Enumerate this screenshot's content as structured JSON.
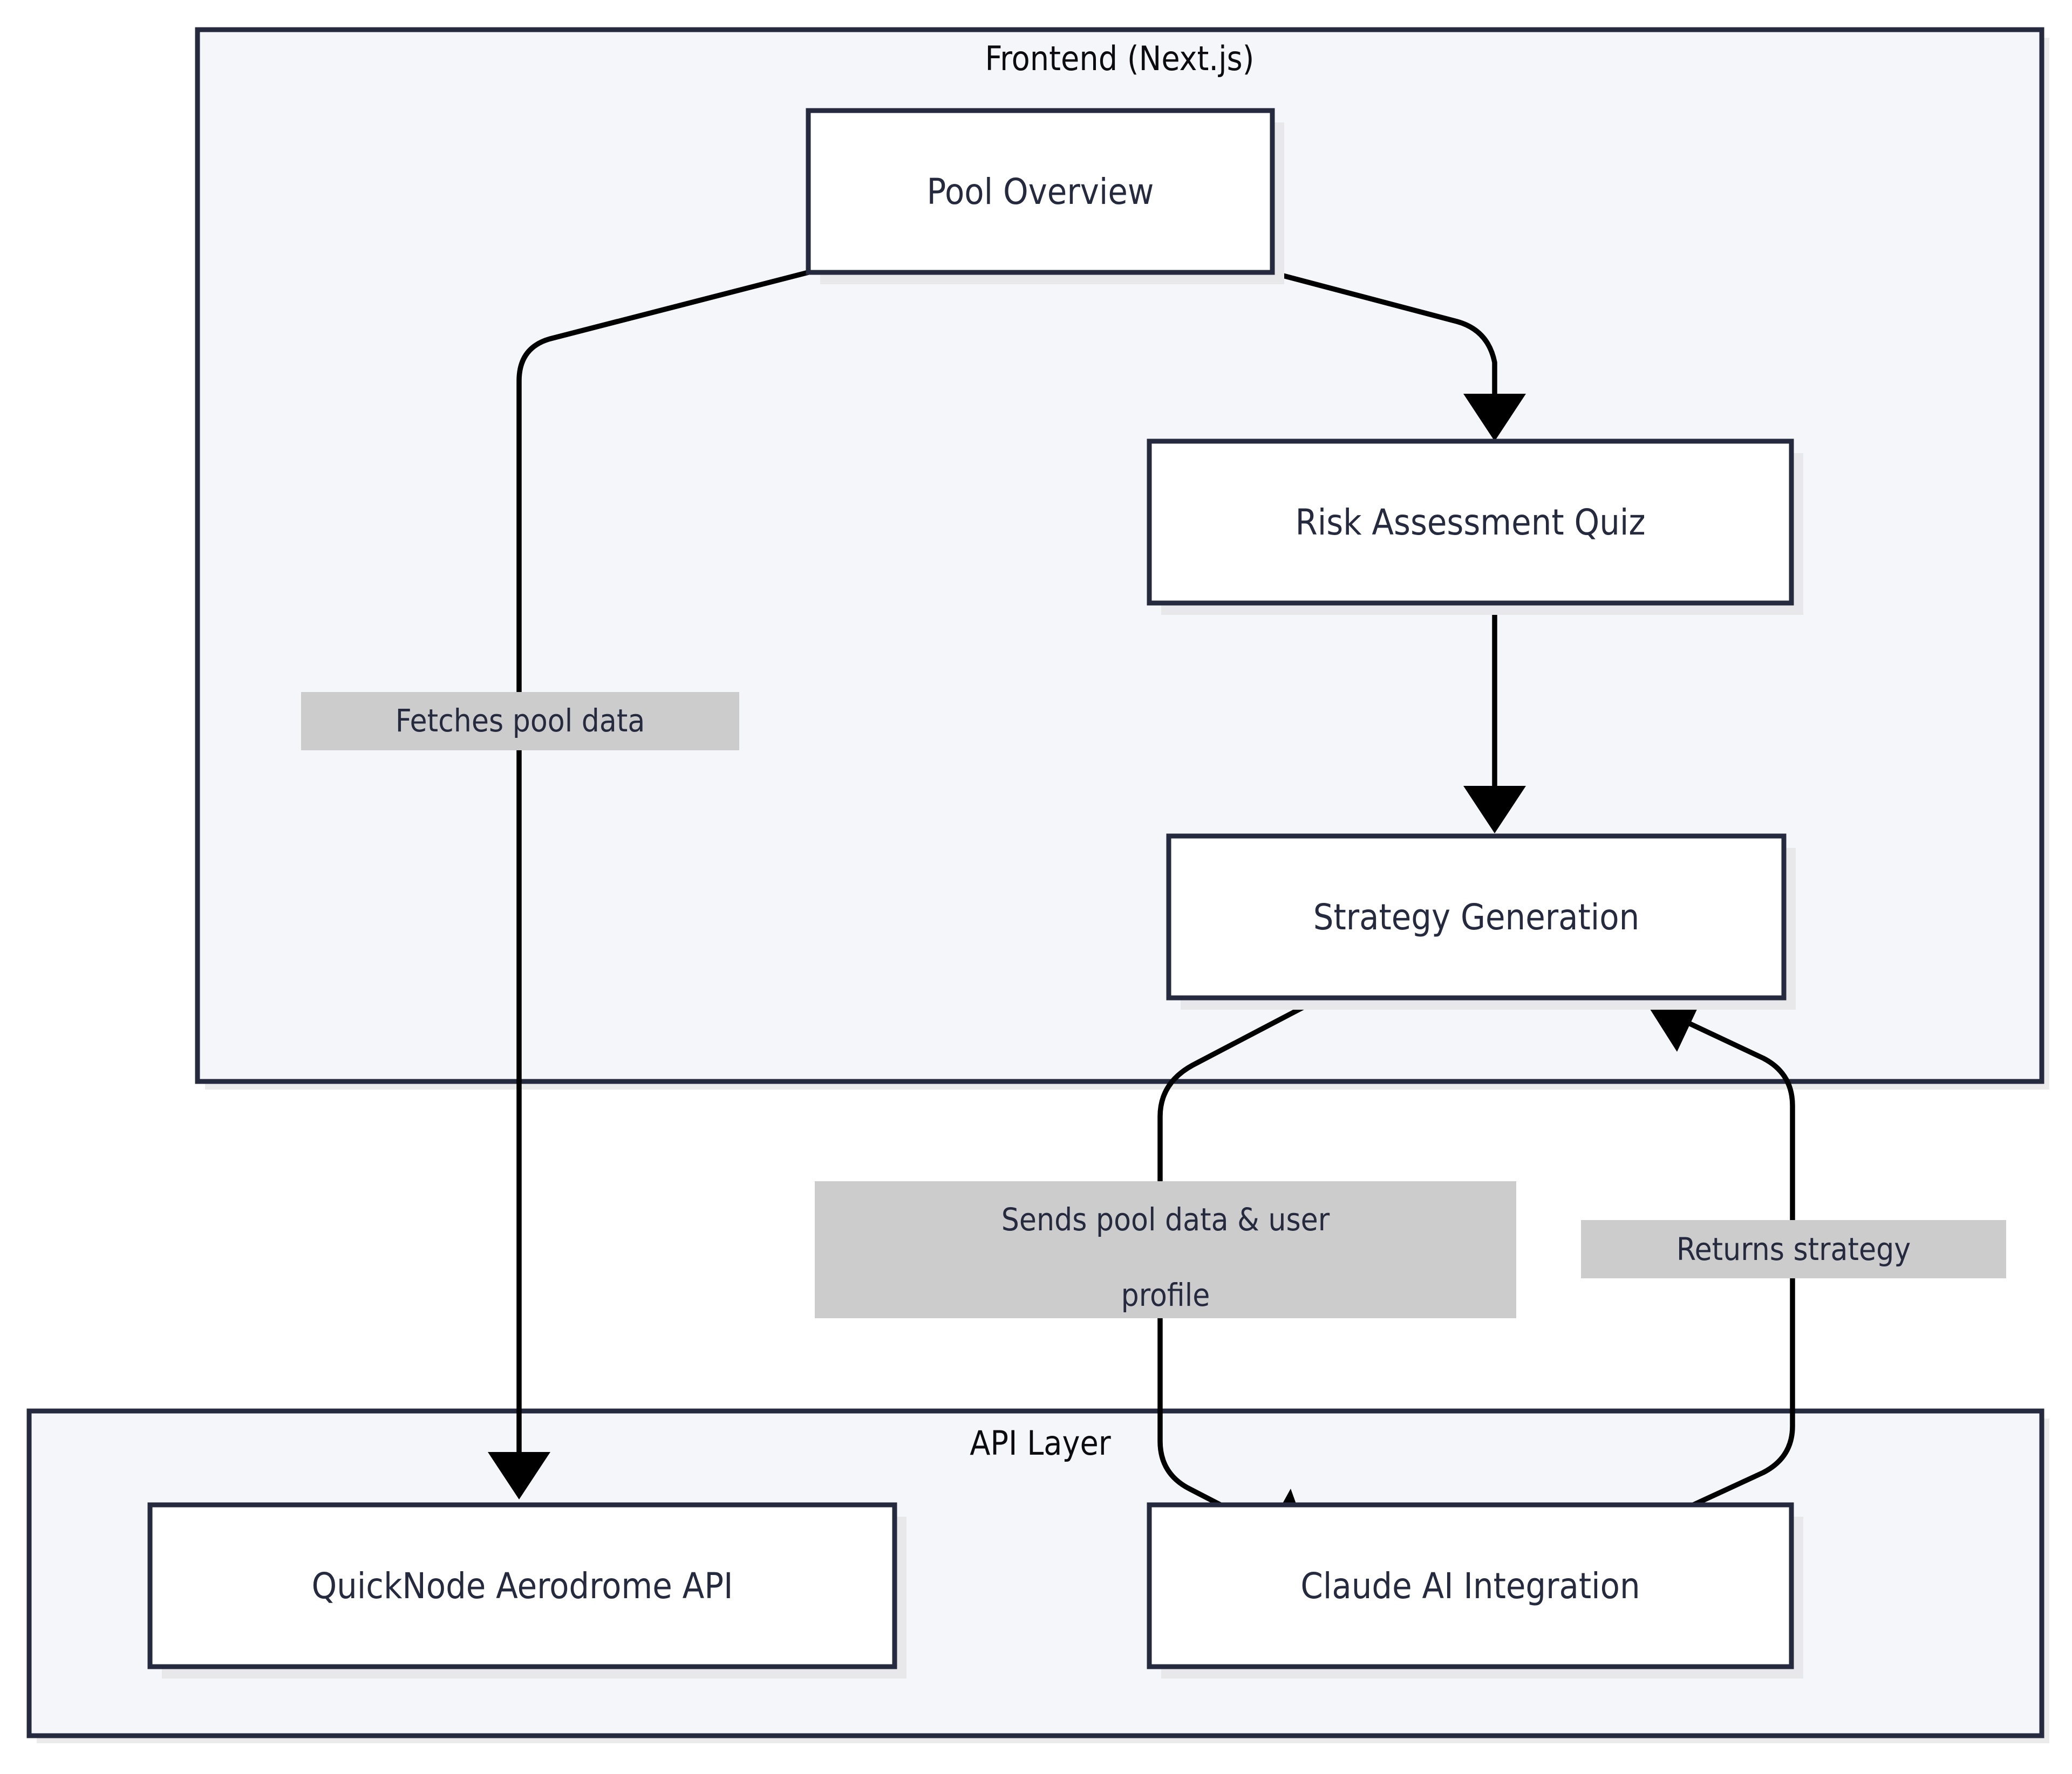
{
  "diagram": {
    "type": "flowchart",
    "direction": "top-down",
    "title": null,
    "theme": {
      "page_background": "#ffffff",
      "cluster_fill": "#f5f6fa",
      "cluster_stroke": "#252a3f",
      "cluster_shadow": "#ebebeb",
      "node_fill": "#ffffff",
      "node_stroke": "#252a3f",
      "node_shadow": "#e8e8ea",
      "node_text": "#252a3f",
      "edge_stroke": "#000000",
      "edge_label_background": "#cccccc",
      "edge_label_text": "#252a3f",
      "cluster_title_text": "#0b0b10"
    },
    "clusters": [
      {
        "id": "frontend",
        "title": "Frontend (Next.js)"
      },
      {
        "id": "api",
        "title": "API Layer"
      }
    ],
    "nodes": [
      {
        "id": "pool_overview",
        "label": "Pool Overview",
        "cluster": "frontend"
      },
      {
        "id": "risk_quiz",
        "label": "Risk Assessment Quiz",
        "cluster": "frontend"
      },
      {
        "id": "strategy_gen",
        "label": "Strategy Generation",
        "cluster": "frontend"
      },
      {
        "id": "quicknode_api",
        "label": "QuickNode Aerodrome API",
        "cluster": "api"
      },
      {
        "id": "claude_ai",
        "label": "Claude AI Integration",
        "cluster": "api"
      }
    ],
    "edges": [
      {
        "id": "e1",
        "from": "pool_overview",
        "to": "quicknode_api",
        "label": "Fetches pool data",
        "label_lines": [
          "Fetches pool data"
        ]
      },
      {
        "id": "e2",
        "from": "pool_overview",
        "to": "risk_quiz",
        "label": "",
        "label_lines": []
      },
      {
        "id": "e3",
        "from": "risk_quiz",
        "to": "strategy_gen",
        "label": "",
        "label_lines": []
      },
      {
        "id": "e4",
        "from": "strategy_gen",
        "to": "claude_ai",
        "label": "Sends pool data & user profile",
        "label_lines": [
          "Sends pool data & user",
          "profile"
        ]
      },
      {
        "id": "e5",
        "from": "claude_ai",
        "to": "strategy_gen",
        "label": "Returns strategy",
        "label_lines": [
          "Returns strategy"
        ]
      }
    ]
  }
}
